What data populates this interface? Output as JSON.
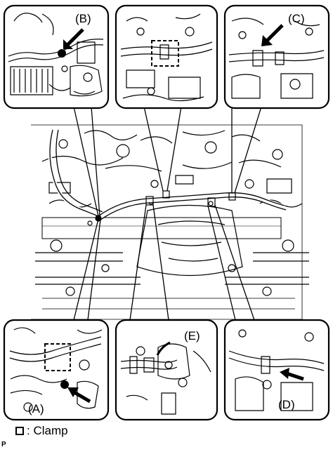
{
  "insets": {
    "A": "(A)",
    "B": "(B)",
    "C": "(C)",
    "D": "(D)",
    "E": "(E)"
  },
  "legend": {
    "clamp_text": ": Clamp"
  },
  "page_mark": "P"
}
